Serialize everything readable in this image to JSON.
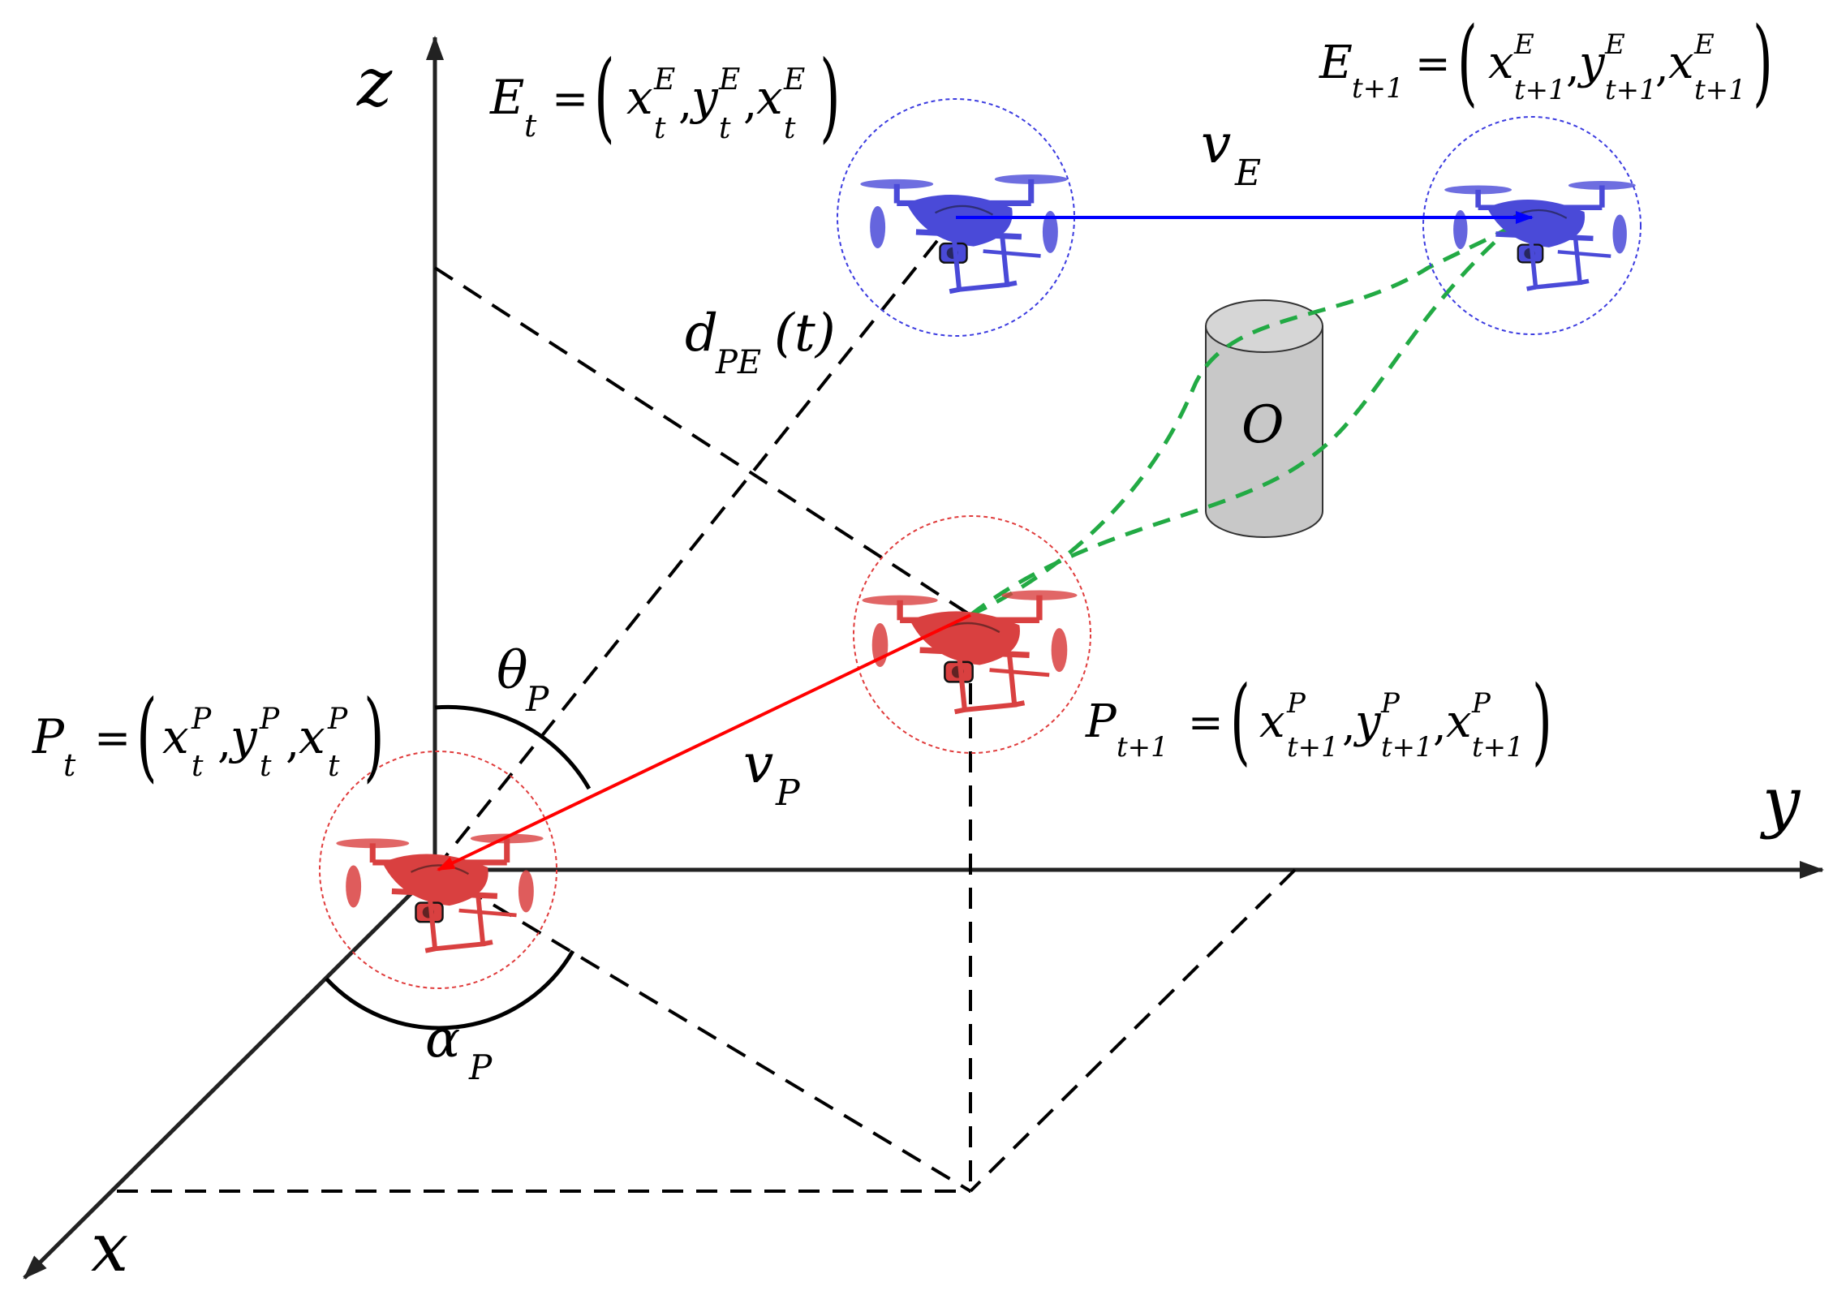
{
  "axes": {
    "x_label": "x",
    "y_label": "y",
    "z_label": "z"
  },
  "pursuer_t": {
    "name": "P",
    "sub": "t",
    "eq": "=",
    "x_base": "x",
    "x_sup": "P",
    "x_sub": "t",
    "y_base": "y",
    "y_sup": "P",
    "y_sub": "t",
    "z_base": "x",
    "z_sup": "P",
    "z_sub": "t",
    "comma": ",",
    "color": "#e03c3c"
  },
  "pursuer_t1": {
    "name": "P",
    "sub": "t+1",
    "eq": "=",
    "x_base": "x",
    "x_sup": "P",
    "x_sub": "t+1",
    "y_base": "y",
    "y_sup": "P",
    "y_sub": "t+1",
    "z_base": "x",
    "z_sup": "P",
    "z_sub": "t+1",
    "comma": ",",
    "color": "#e03c3c"
  },
  "evader_t": {
    "name": "E",
    "sub": "t",
    "eq": "=",
    "x_base": "x",
    "x_sup": "E",
    "x_sub": "t",
    "y_base": "y",
    "y_sup": "E",
    "y_sub": "t",
    "z_base": "x",
    "z_sup": "E",
    "z_sub": "t",
    "comma": ",",
    "color": "#3c3ce0"
  },
  "evader_t1": {
    "name": "E",
    "sub": "t+1",
    "eq": "=",
    "x_base": "x",
    "x_sup": "E",
    "x_sub": "t+1",
    "y_base": "y",
    "y_sup": "E",
    "y_sub": "t+1",
    "z_base": "x",
    "z_sup": "E",
    "z_sub": "t+1",
    "comma": ",",
    "color": "#3c3ce0"
  },
  "labels": {
    "vE_base": "v",
    "vE_sub": "E",
    "vP_base": "v",
    "vP_sub": "P",
    "d_base": "d",
    "d_sub": "PE",
    "d_arg": "(t)",
    "theta_base": "θ",
    "theta_sub": "P",
    "alpha_base": "α",
    "alpha_sub": "P",
    "obstacle": "O"
  },
  "colors": {
    "axis": "#222222",
    "dashed": "#000000",
    "velocity_p": "#ff0000",
    "velocity_e": "#0000ff",
    "path": "#22aa44",
    "obstacle": "#c8c8c8",
    "pursuer_drone": "#d94040",
    "evader_drone": "#4a4ad8"
  }
}
